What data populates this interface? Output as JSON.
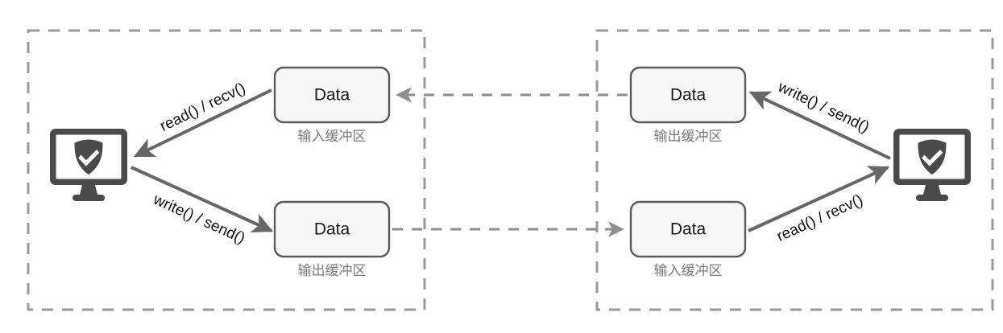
{
  "diagram": {
    "title": "Socket read/write buffer data flow between two hosts",
    "background": "#ffffff",
    "colors": {
      "frame_stroke": "#9a9a9a",
      "box_fill": "#f7f7f7",
      "box_stroke": "#5a5a5a",
      "arrow_stroke": "#666666",
      "dashed_stroke": "#8e8e8e",
      "icon_fill": "#4a4a4a",
      "label_text": "#111111",
      "caption_text": "#7b7b7b"
    },
    "hosts": [
      {
        "id": "host-left",
        "device_icon": "secure-monitor-icon",
        "buffers": [
          {
            "id": "left-input-buffer",
            "box_label": "Data",
            "caption": "输入缓冲区"
          },
          {
            "id": "left-output-buffer",
            "box_label": "Data",
            "caption": "输出缓冲区"
          }
        ],
        "operations": [
          {
            "id": "left-read",
            "label": "read() / recv()",
            "direction": "buffer-to-device"
          },
          {
            "id": "left-write",
            "label": "write() / send()",
            "direction": "device-to-buffer"
          }
        ]
      },
      {
        "id": "host-right",
        "device_icon": "secure-monitor-icon",
        "buffers": [
          {
            "id": "right-output-buffer",
            "box_label": "Data",
            "caption": "输出缓冲区"
          },
          {
            "id": "right-input-buffer",
            "box_label": "Data",
            "caption": "输入缓冲区"
          }
        ],
        "operations": [
          {
            "id": "right-write",
            "label": "write() / send()",
            "direction": "device-to-buffer"
          },
          {
            "id": "right-read",
            "label": "read() / recv()",
            "direction": "buffer-to-device"
          }
        ]
      }
    ],
    "network_links": [
      {
        "id": "link-top",
        "from": "right-output-buffer",
        "to": "left-input-buffer",
        "style": "dashed",
        "arrow": "left"
      },
      {
        "id": "link-bottom",
        "from": "left-output-buffer",
        "to": "right-input-buffer",
        "style": "dashed",
        "arrow": "right"
      }
    ]
  }
}
